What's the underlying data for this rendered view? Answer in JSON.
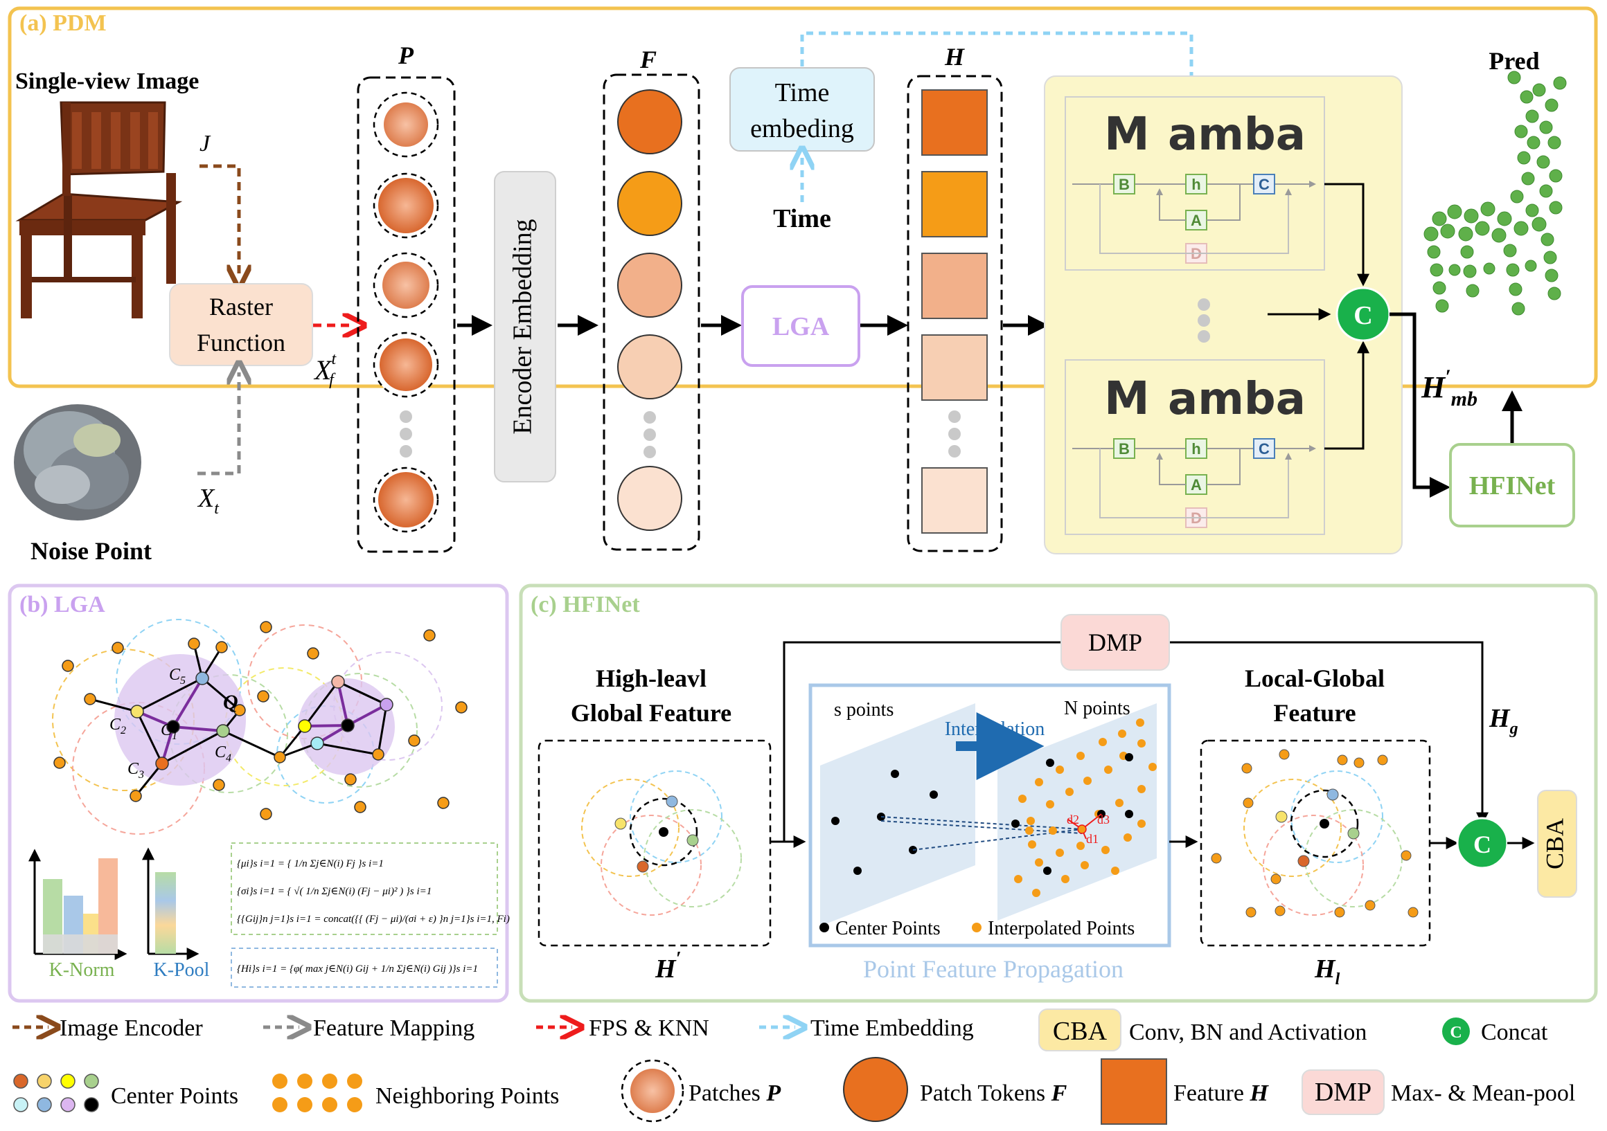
{
  "panel_a": {
    "title": "(a) PDM",
    "single_view_image": "Single-view Image",
    "noise_point": "Noise Point",
    "j_label": "J",
    "raster_line1": "Raster",
    "raster_line2": "Function",
    "x_f": "X",
    "x_f_sup": "t",
    "x_f_sub": "f",
    "x_t": "X",
    "x_t_sub": "t",
    "p_label": "P",
    "encoder_embedding": "Encoder Embedding",
    "f_label": "F",
    "time_emb_line1": "Time",
    "time_emb_line2": "embeding",
    "time": "Time",
    "lga": "LGA",
    "h_label": "H",
    "mamba_text": "amba",
    "ssm_b": "B",
    "ssm_h": "h",
    "ssm_c": "C",
    "ssm_a": "A",
    "ssm_d": "D",
    "concat_c": "C",
    "h_mb": "H",
    "h_mb_sup": "′",
    "h_mb_sub": "mb",
    "hfinet": "HFINet",
    "pred": "Pred"
  },
  "panel_b": {
    "title": "(b) LGA",
    "q_label": "Q",
    "c1": "C",
    "c1_sub": "1",
    "c2": "C",
    "c2_sub": "2",
    "c3": "C",
    "c3_sub": "3",
    "c4": "C",
    "c4_sub": "4",
    "c5": "C",
    "c5_sub": "5",
    "k_norm": "K-Norm",
    "k_pool": "K-Pool",
    "eq1": "{μi}s i=1 = { 1/n Σj∈N(i) Fj }s i=1",
    "eq2": "{σi}s i=1 = { √( 1/n Σj∈N(i) (Fj − μi)² ) }s i=1",
    "eq3": "{{Gij}n j=1}s i=1 = concat({{ (Fj − μi)/(σi + ε) }n j=1}s i=1, Fi)",
    "eq4": "{Hi}s i=1 = {φ( max j∈N(i) Gij + 1/n Σj∈N(i) Gij )}s i=1"
  },
  "panel_c": {
    "title": "(c) HFINet",
    "dmp": "DMP",
    "high_level_line1": "High-leavl",
    "high_level_line2": "Global Feature",
    "h_prime": "H",
    "h_prime_sup": "′",
    "s_points": "s points",
    "n_points": "N points",
    "interpolation": "Interpolation",
    "d1": "d1",
    "d2": "d2",
    "d3": "d3",
    "center_points": "Center Points",
    "interpolated_points": "Interpolated Points",
    "pfp": "Point Feature Propagation",
    "local_global_line1": "Local-Global",
    "local_global_line2": "Feature",
    "h_l": "H",
    "h_l_sub": "l",
    "h_g": "H",
    "h_g_sub": "g",
    "concat_c": "C",
    "cba": "CBA"
  },
  "legend": {
    "image_encoder": "Image Encoder",
    "feature_mapping": "Feature Mapping",
    "fps_knn": "FPS & KNN",
    "time_embedding": "Time Embedding",
    "cba_box": "CBA",
    "cba_desc": "Conv, BN and Activation",
    "concat_c": "C",
    "concat": "Concat",
    "center_points": "Center Points",
    "neighboring_points": "Neighboring Points",
    "patches": "Patches ",
    "patches_p": "P",
    "patch_tokens": "Patch Tokens ",
    "patch_tokens_f": "F",
    "feature_h_text": "Feature ",
    "feature_h": "H",
    "dmp_box": "DMP",
    "dmp_desc": "Max- & Mean-pool"
  },
  "colors": {
    "pdm_border": "#f3c350",
    "lga_border": "#dcc7f0",
    "hfinet_border": "#c8dfb8",
    "orange_dark": "#e8701f",
    "orange": "#f59c17",
    "green_concat": "#19b14b",
    "lga_purple": "#c9a1ef",
    "hfinet_green": "#78b14f",
    "time_blue": "#8fd3f4",
    "dmp_pink": "#fbd9d6",
    "cba_yellow": "#fce9a4"
  }
}
